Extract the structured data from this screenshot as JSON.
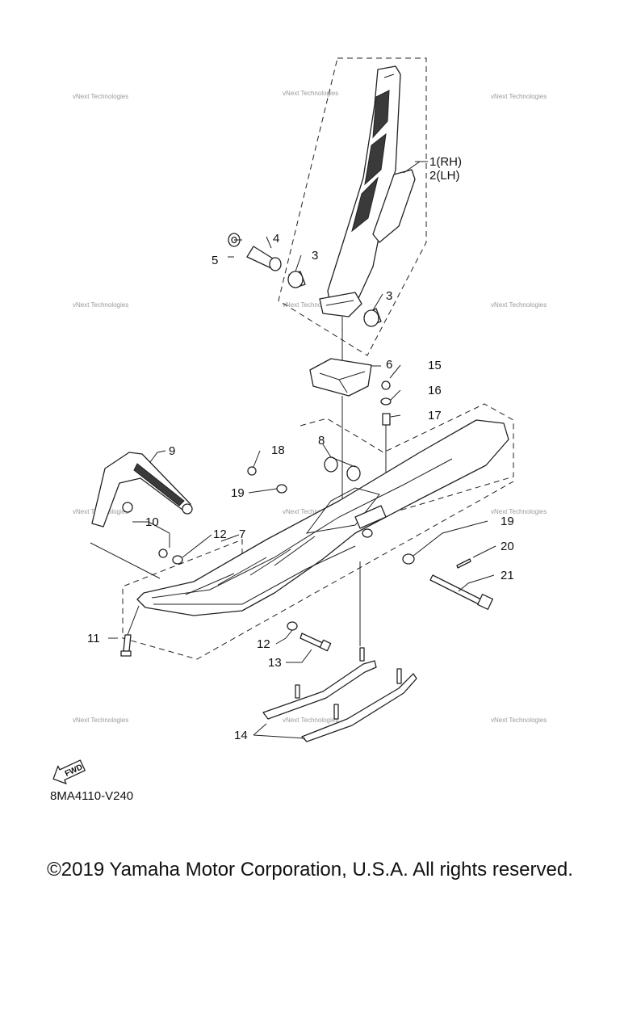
{
  "diagram": {
    "code": "8MA4110-V240",
    "fwd_label": "FWD",
    "callouts": {
      "c1": "1(RH)",
      "c2": "2(LH)",
      "c3a": "3",
      "c3b": "3",
      "c4": "4",
      "c5": "5",
      "c6": "6",
      "c7": "7",
      "c8": "8",
      "c9": "9",
      "c10": "10",
      "c11": "11",
      "c12a": "12",
      "c12b": "12",
      "c13": "13",
      "c14": "14",
      "c15": "15",
      "c16": "16",
      "c17": "17",
      "c18": "18",
      "c19a": "19",
      "c19b": "19",
      "c20": "20",
      "c21": "21"
    },
    "watermark": "vNext Technologies"
  },
  "footer": {
    "copyright": "©2019 Yamaha Motor Corporation, U.S.A. All rights reserved."
  }
}
